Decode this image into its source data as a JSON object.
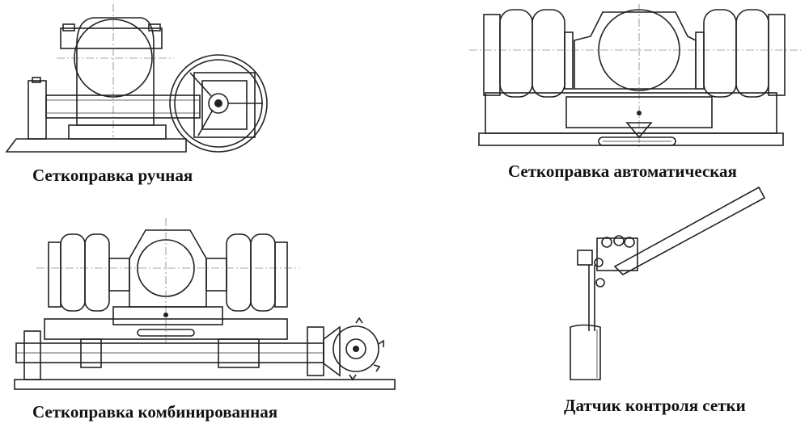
{
  "captions": {
    "manual": "Сеткоправка ручная",
    "automatic": "Сеткоправка автоматическая",
    "combined": "Сеткоправка комбинированная",
    "sensor": "Датчик контроля сетки"
  }
}
